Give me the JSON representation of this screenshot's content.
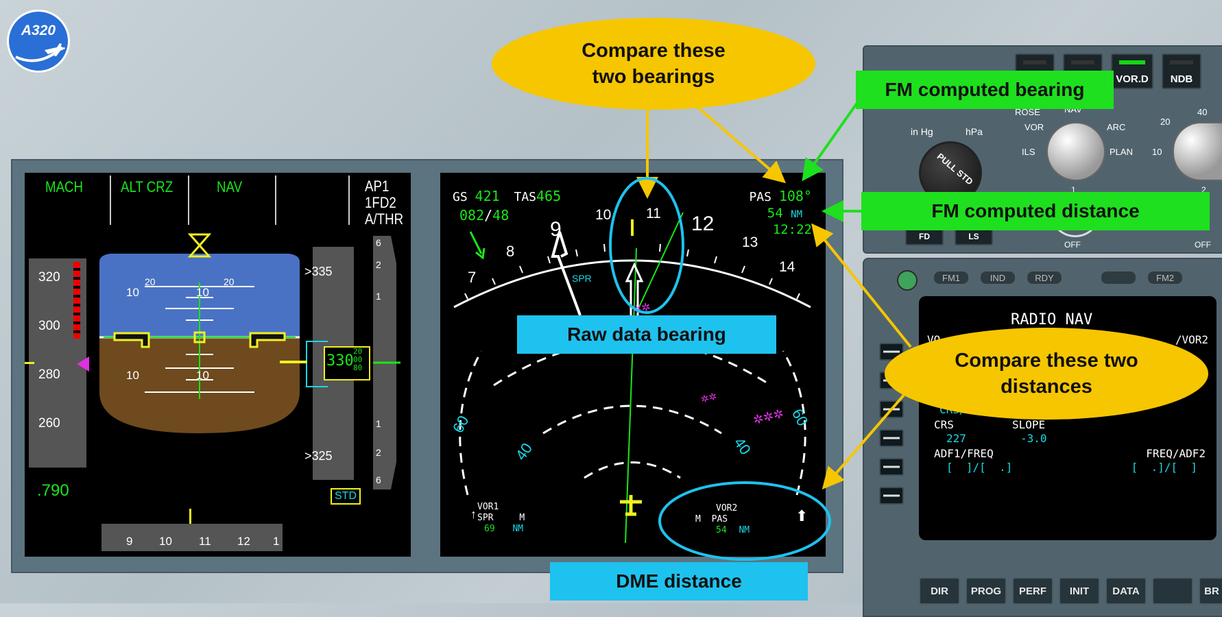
{
  "logo": {
    "text": "A320"
  },
  "pfd": {
    "fma": {
      "col1": "MACH",
      "col2": "ALT CRZ",
      "col3": "NAV",
      "col4": "",
      "ap": [
        "AP1",
        "1FD2",
        "A/THR"
      ]
    },
    "speed_ticks": [
      "320",
      "300",
      "280",
      "260"
    ],
    "mach": ".790",
    "pitch_marks": [
      "10",
      "10",
      "10",
      "10",
      "20",
      "20"
    ],
    "altitude_upper": ">335",
    "altitude_current": "330",
    "altitude_drum": [
      "20",
      "00",
      "80"
    ],
    "altitude_lower": ">325",
    "vs_marks": [
      "6",
      "2",
      "1",
      "1",
      "2",
      "6"
    ],
    "baro": "STD",
    "heading_ticks": [
      "9",
      "10",
      "11",
      "12",
      "1"
    ]
  },
  "nd": {
    "gs_label": "GS",
    "gs_value": "421",
    "tas_label": "TAS",
    "tas_value": "465",
    "wind": "082",
    "wind_sep": "/",
    "wind_speed": "48",
    "waypoint": "PAS",
    "bearing": "108°",
    "dist_value": "54",
    "dist_unit": "NM",
    "eta": "12:22",
    "compass": [
      "7",
      "8",
      "9",
      "10",
      "11",
      "12",
      "13",
      "14"
    ],
    "vor_label": "SPR",
    "range_labels": [
      "60",
      "40",
      "40",
      "60"
    ],
    "vor1": {
      "title": "VOR1",
      "ident": "SPR",
      "mode": "M",
      "dist": "69",
      "unit": "NM"
    },
    "vor2": {
      "title": "VOR2",
      "mode": "M",
      "ident": "PAS",
      "dist": "54",
      "unit": "NM"
    }
  },
  "fcu": {
    "keys": [
      "",
      "",
      "VOR.D",
      "NDB"
    ],
    "baro_labels": {
      "inhg": "in Hg",
      "hpa": "hPa",
      "knob": "PULL STD"
    },
    "mode_labels": {
      "rose": "ROSE",
      "nav": "NAV",
      "vor": "VOR",
      "arc": "ARC",
      "ils": "ILS",
      "plan": "PLAN"
    },
    "range_labels": {
      "r10": "10",
      "r20": "20",
      "r40": "40"
    },
    "switch_labels": {
      "one": "1",
      "two": "2",
      "off1": "OFF",
      "off2": "OFF"
    },
    "bottom_keys": [
      "FD",
      "LS"
    ]
  },
  "mcdu": {
    "annunciators": [
      "FM1",
      "IND",
      "RDY",
      "",
      "FM2"
    ],
    "title": "RADIO NAV",
    "line1_left": "VO",
    "line1_right": "/VOR2",
    "line2_left": "CRS/ID",
    "crs_label": "CRS",
    "slope_label": "SLOPE",
    "crs_value": "227",
    "slope_value": "-3.0",
    "adf1_label": "ADF1/FREQ",
    "adf2_label": "FREQ/ADF2",
    "adf1_value": "[  ]/[  .]",
    "adf2_value": "[  .]/[  ]",
    "keys": [
      "DIR",
      "PROG",
      "PERF",
      "INIT",
      "DATA",
      "",
      "BR"
    ]
  },
  "callouts": {
    "compare_bearings": "Compare these two bearings",
    "fm_bearing": "FM computed bearing",
    "fm_distance": "FM computed distance",
    "raw_bearing": "Raw data bearing",
    "compare_distances": "Compare these two distances",
    "dme_distance": "DME distance"
  },
  "colors": {
    "callout_yellow": "#f6c600",
    "callout_green": "#1ee01e",
    "callout_cyan": "#1ec2ee",
    "display_green": "#19e619",
    "display_cyan": "#19d8e6",
    "display_magenta": "#e030e0"
  }
}
